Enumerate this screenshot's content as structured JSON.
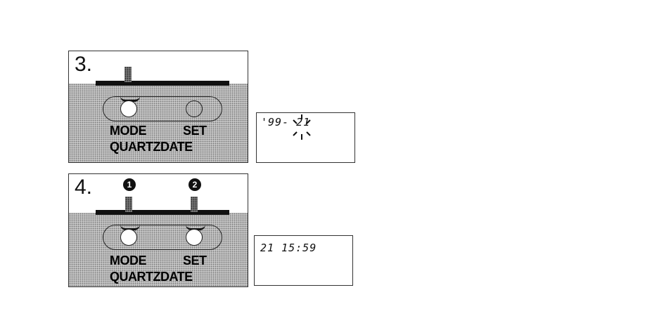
{
  "step3": {
    "number": "3.",
    "mode_label": "MODE",
    "set_label": "SET",
    "brand_label": "QUARTZDATE",
    "display_text": "'99- 21"
  },
  "step4": {
    "number": "4.",
    "marker_1": "1",
    "marker_2": "2",
    "mode_label": "MODE",
    "set_label": "SET",
    "brand_label": "QUARTZDATE",
    "display_text": "21 15:59"
  }
}
